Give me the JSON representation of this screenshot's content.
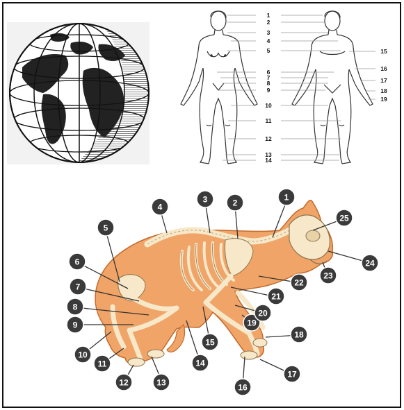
{
  "globe": {
    "icon": "globe-icon"
  },
  "human_figures": {
    "icon": "human-body-icon",
    "labels": [
      {
        "text": "1",
        "side": "center"
      },
      {
        "text": "2",
        "side": "center"
      },
      {
        "text": "3",
        "side": "center"
      },
      {
        "text": "4",
        "side": "center"
      },
      {
        "text": "5",
        "side": "center"
      },
      {
        "text": "6",
        "side": "center"
      },
      {
        "text": "7",
        "side": "center"
      },
      {
        "text": "8",
        "side": "center"
      },
      {
        "text": "9",
        "side": "center"
      },
      {
        "text": "10",
        "side": "center"
      },
      {
        "text": "11",
        "side": "center"
      },
      {
        "text": "12",
        "side": "center"
      },
      {
        "text": "13",
        "side": "center"
      },
      {
        "text": "14",
        "side": "center"
      },
      {
        "text": "15",
        "side": "right"
      },
      {
        "text": "16",
        "side": "right"
      },
      {
        "text": "17",
        "side": "right"
      },
      {
        "text": "18",
        "side": "right"
      },
      {
        "text": "19",
        "side": "right"
      }
    ]
  },
  "cat_skeleton": {
    "icon": "cat-skeleton-icon",
    "body_color": "#f0a468",
    "marker_color": "#3a3a3a",
    "labels": [
      "1",
      "2",
      "3",
      "4",
      "5",
      "6",
      "7",
      "8",
      "9",
      "10",
      "11",
      "12",
      "13",
      "14",
      "15",
      "16",
      "17",
      "18",
      "19",
      "20",
      "21",
      "22",
      "23",
      "24",
      "25"
    ]
  }
}
